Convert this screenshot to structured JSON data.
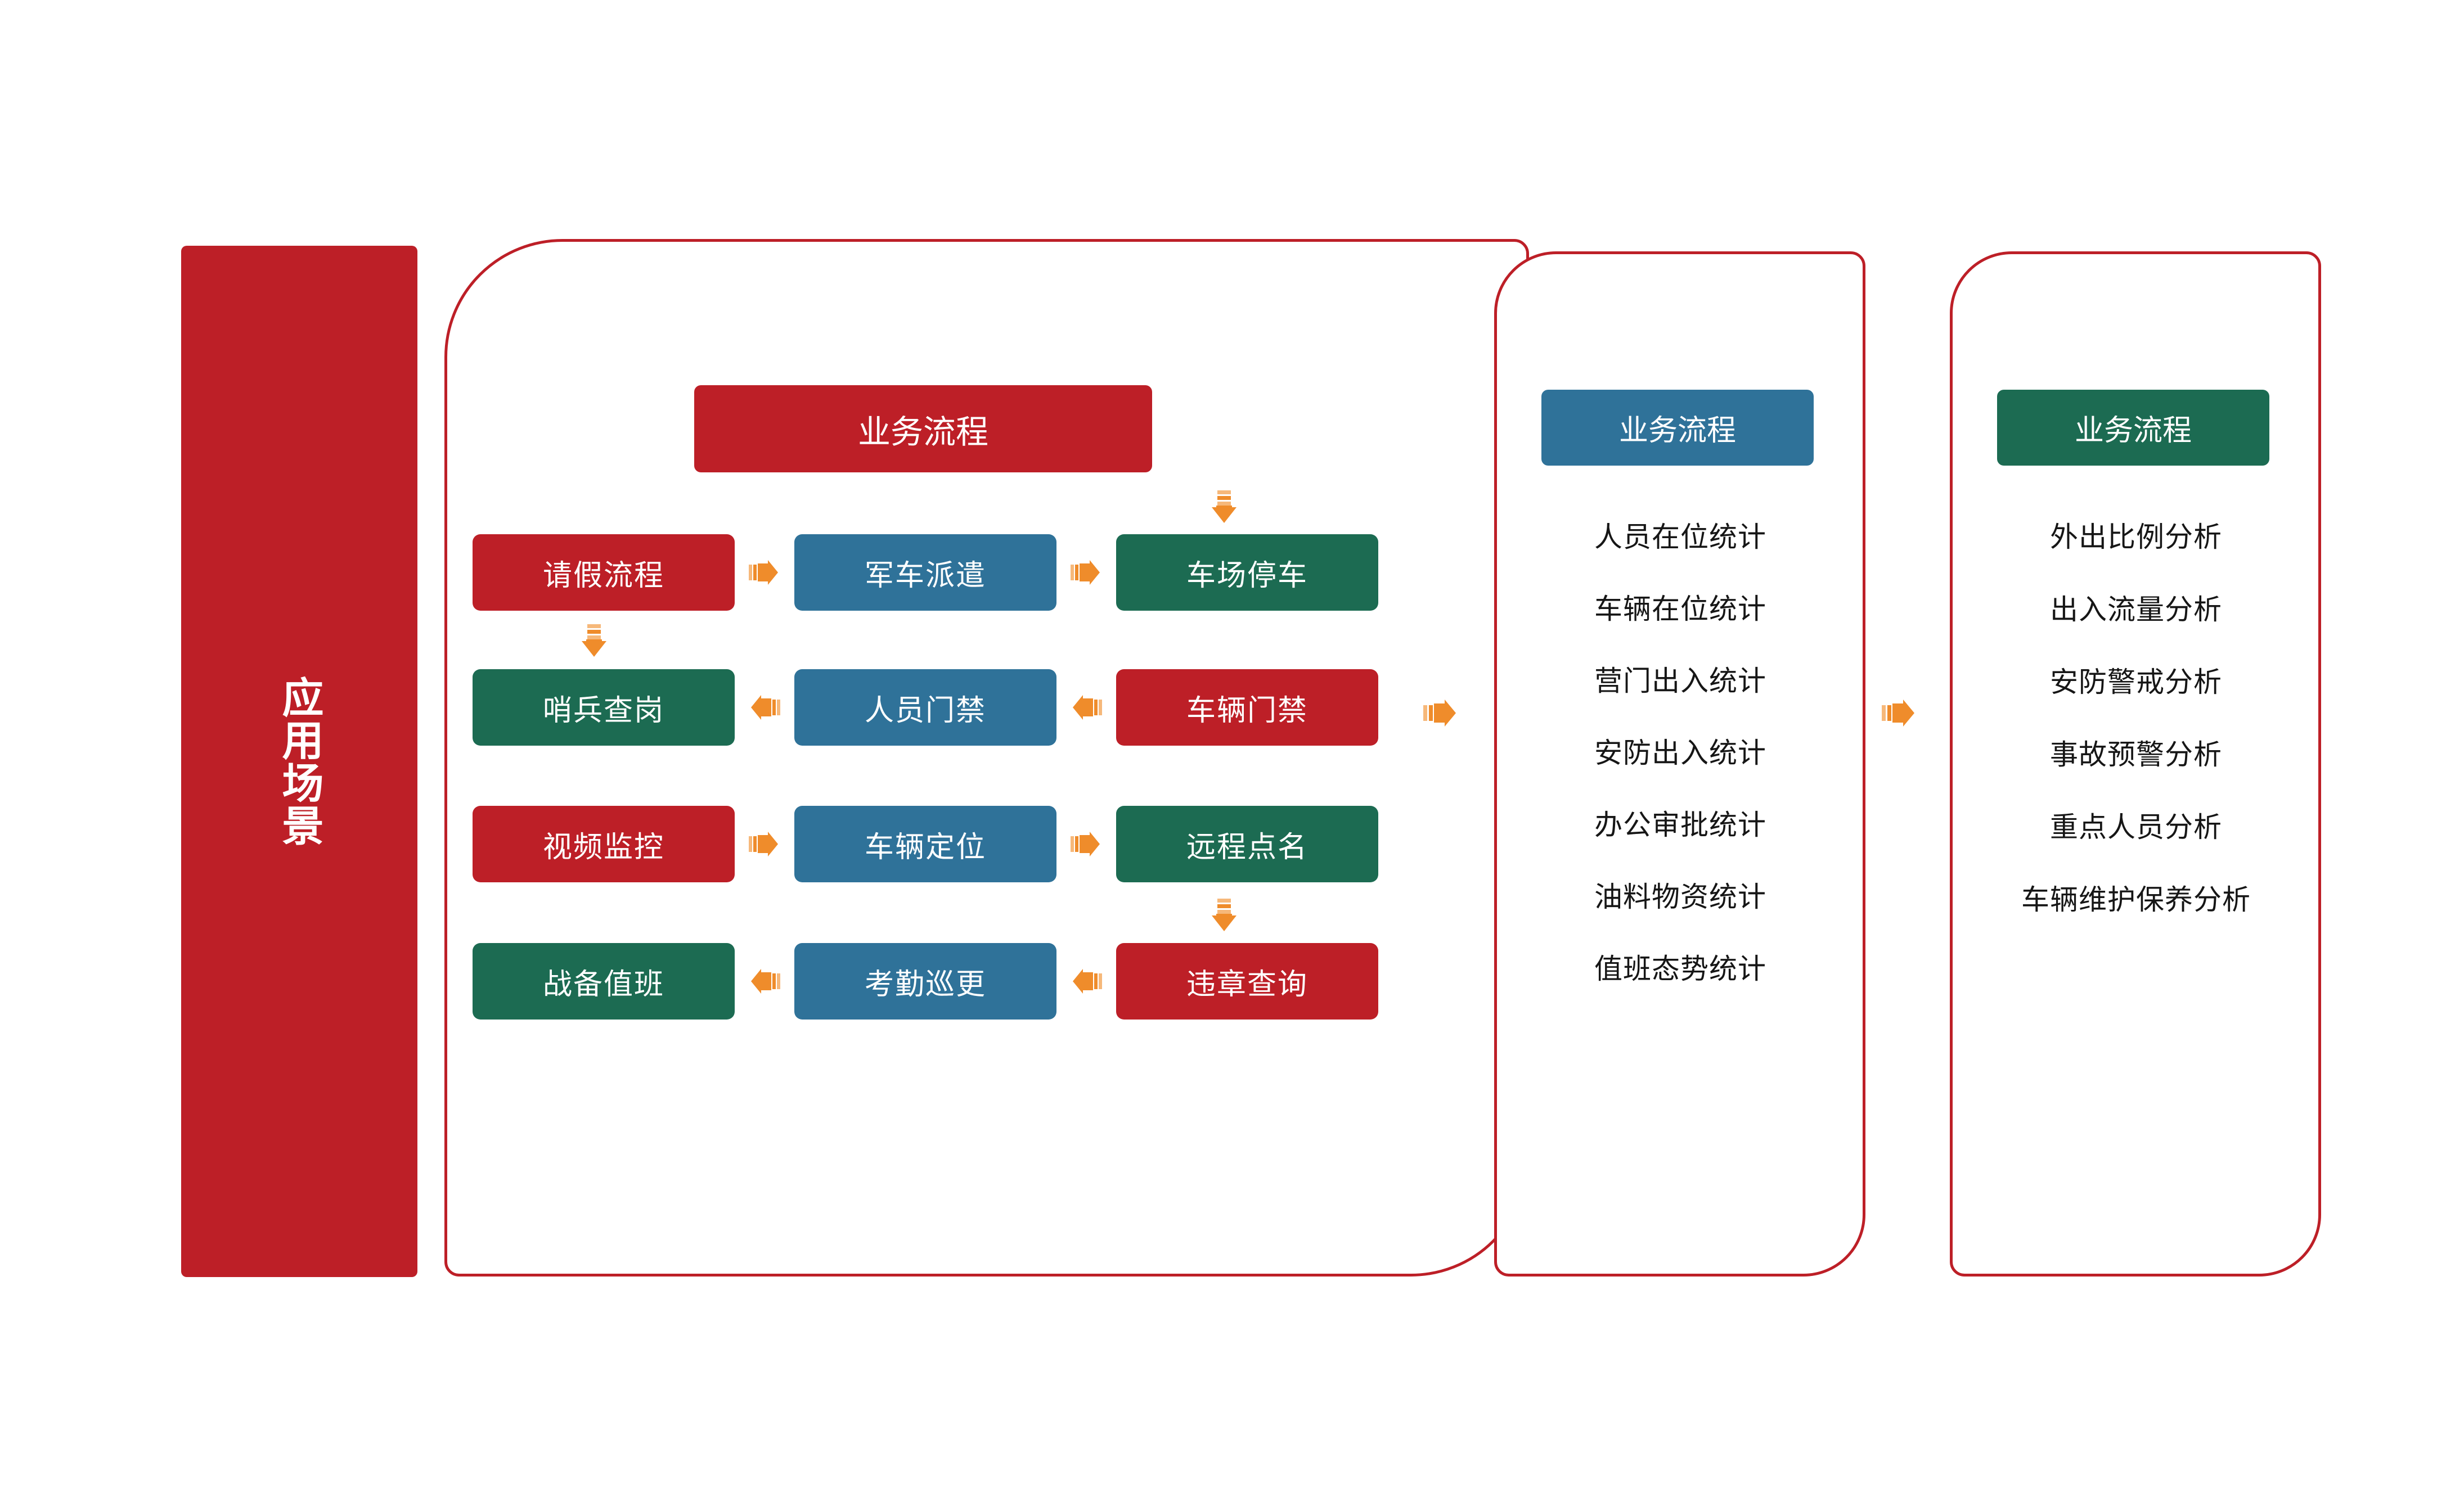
{
  "theme": {
    "red": "#bd1f27",
    "blue": "#2f7299",
    "green": "#1c6b52",
    "orange": "#ef8c2b",
    "text_dark": "#161616",
    "white": "#ffffff"
  },
  "left_banner": {
    "label": "应用场景"
  },
  "panels": {
    "main": {
      "header": "业务流程",
      "header_color": "#bd1f27",
      "flow_rows": [
        {
          "direction": "right",
          "boxes": [
            {
              "label": "请假流程",
              "color": "red"
            },
            {
              "label": "军车派遣",
              "color": "blue"
            },
            {
              "label": "车场停车",
              "color": "green"
            }
          ]
        },
        {
          "direction": "left",
          "boxes": [
            {
              "label": "哨兵查岗",
              "color": "green"
            },
            {
              "label": "人员门禁",
              "color": "blue"
            },
            {
              "label": "车辆门禁",
              "color": "red"
            }
          ]
        },
        {
          "direction": "right",
          "boxes": [
            {
              "label": "视频监控",
              "color": "red"
            },
            {
              "label": "车辆定位",
              "color": "blue"
            },
            {
              "label": "远程点名",
              "color": "green"
            }
          ]
        },
        {
          "direction": "left",
          "boxes": [
            {
              "label": "战备值班",
              "color": "green"
            },
            {
              "label": "考勤巡更",
              "color": "blue"
            },
            {
              "label": "违章查询",
              "color": "red"
            }
          ]
        }
      ]
    },
    "middle": {
      "header": "业务流程",
      "header_color": "#2f7299",
      "items": [
        "人员在位统计",
        "车辆在位统计",
        "营门出入统计",
        "安防出入统计",
        "办公审批统计",
        "油料物资统计",
        "值班态势统计"
      ]
    },
    "right": {
      "header": "业务流程",
      "header_color": "#1c6b52",
      "items": [
        "外出比例分析",
        "出入流量分析",
        "安防警戒分析",
        "事故预警分析",
        "重点人员分析",
        "车辆维护保养分析"
      ]
    }
  }
}
